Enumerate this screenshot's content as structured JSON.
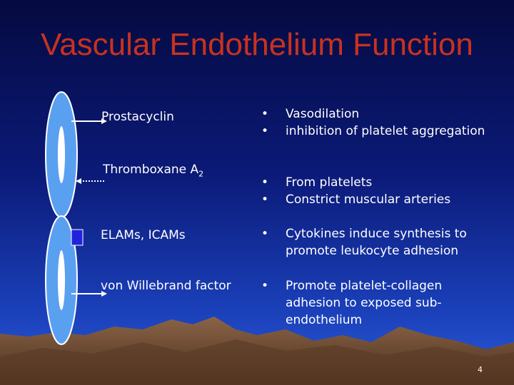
{
  "slide": {
    "title": "Vascular Endothelium Function",
    "page_number": "4",
    "colors": {
      "title": "#c8321e",
      "background_top": "#050a40",
      "background_bottom": "#2a5ad8",
      "text": "#ffffff",
      "cell_fill": "#5aa0f0",
      "mountain": "#6e4a32"
    },
    "items": [
      {
        "label": "Prostacyclin",
        "label_sub": "",
        "bullets": [
          "Vasodilation",
          "inhibition of platelet aggregation"
        ]
      },
      {
        "label": "Thromboxane A",
        "label_sub": "2",
        "bullets": [
          "From platelets",
          "Constrict muscular arteries"
        ]
      },
      {
        "label": "ELAMs, ICAMs",
        "label_sub": "",
        "bullets": [
          "Cytokines induce synthesis to promote leukocyte adhesion"
        ]
      },
      {
        "label": "von Willebrand factor",
        "label_sub": "",
        "bullets": [
          "Promote platelet-collagen adhesion to exposed sub-endothelium"
        ]
      }
    ]
  }
}
